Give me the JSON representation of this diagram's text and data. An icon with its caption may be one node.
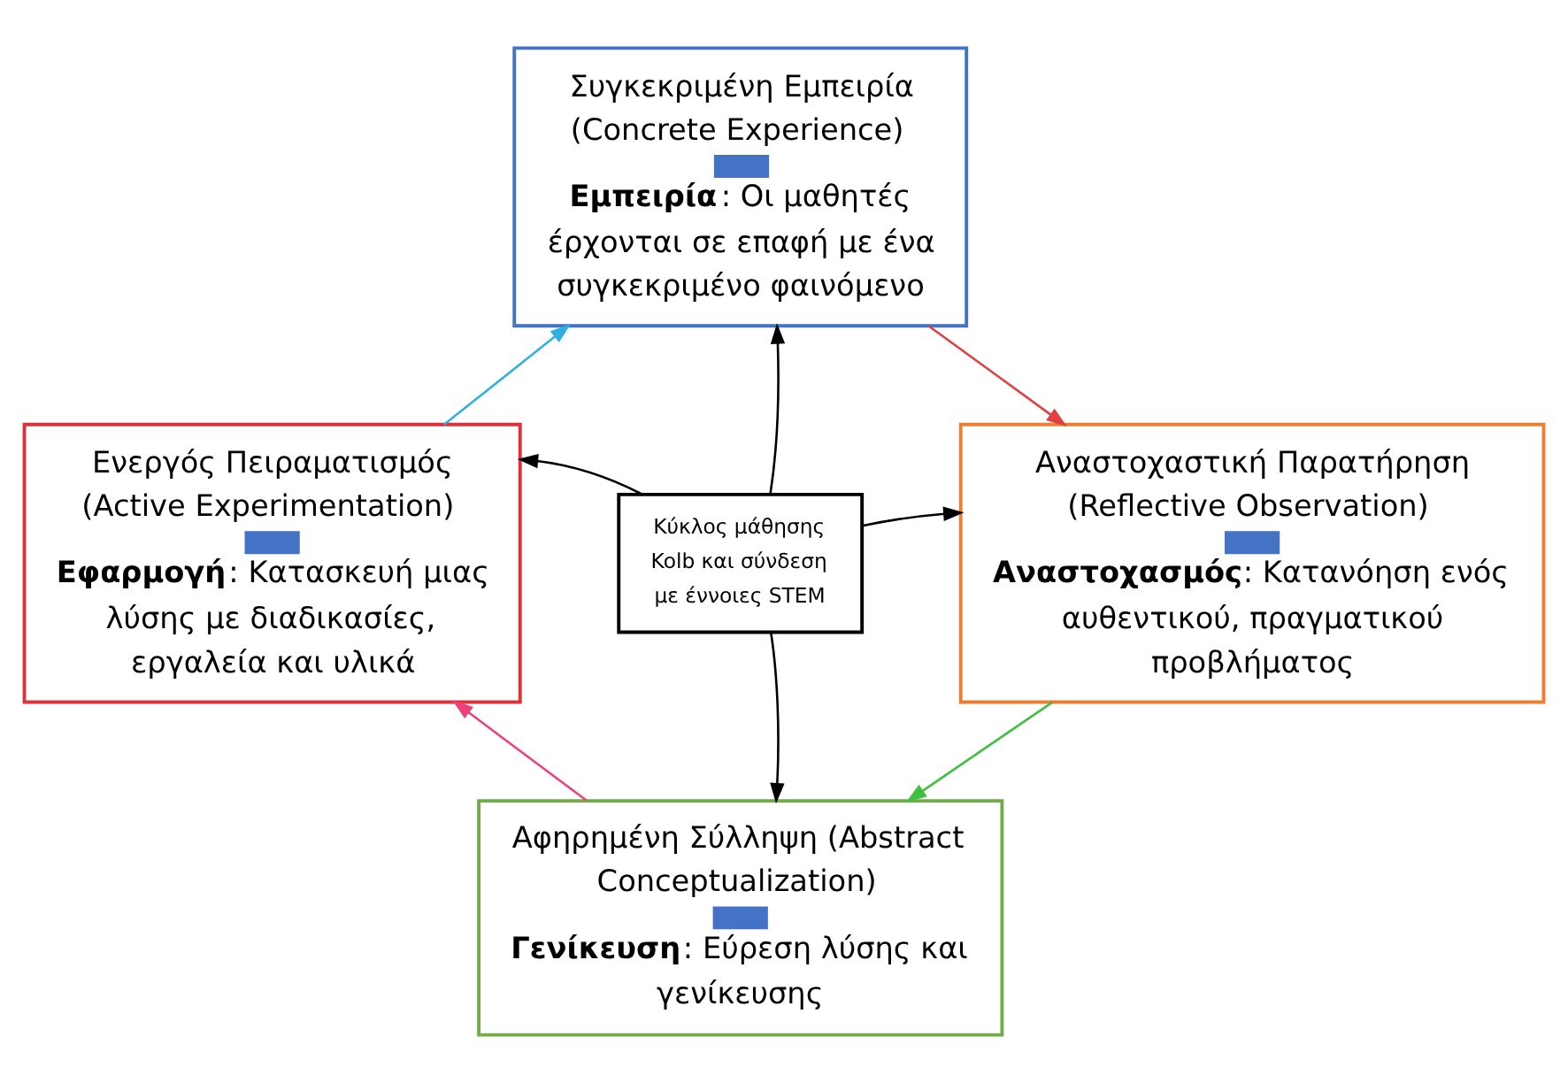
{
  "diagram": {
    "nodes": [
      {
        "text": [
          "Συγκεκριμένη Εμπειρία (Concrete Experience)",
          "**Εμπειρία**: Οι μαθητές έρχονται σε επαφή με ένα συγκεκριμένο φαινόμενο"
        ]
      },
      {
        "text": [
          "Ενεργός Πειραματισμός (Active Experimentation)",
          "**Εφαρμογή**: Κατασκευή μιας λύσης με διαδικασίες, εργαλεία και υλικά"
        ]
      },
      {
        "text": [
          "Κύκλος μάθησης Kolb και σύνδεση με έννοιες STEM"
        ]
      },
      {
        "text": [
          "Αναστοχαστική Παρατήρηση (Reflective Observation)",
          "**Αναστοχασμός**: Κατανόηση ενός αυθεντικού, πραγματικού προβλήματος"
        ]
      },
      {
        "text": [
          "Αφηρημένη Σύλληψη (Abstract Conceptualization)",
          "**Γενίκευση**: Εύρεση λύσης και γενίκευσης"
        ]
      }
    ],
    "edges": [
      {
        "from": 2,
        "to": 0,
        "arrow": "to"
      },
      {
        "from": 2,
        "to": 1,
        "arrow": "to"
      },
      {
        "from": 2,
        "to": 3,
        "arrow": "to"
      },
      {
        "from": 2,
        "to": 4,
        "arrow": "to"
      },
      {
        "from": 0,
        "to": 3,
        "arrow": "to",
        "color": "#e04040"
      },
      {
        "from": 3,
        "to": 4,
        "arrow": "to",
        "color": "#40c040"
      },
      {
        "from": 4,
        "to": 1,
        "arrow": "to",
        "color": "#f0407a"
      },
      {
        "from": 1,
        "to": 0,
        "arrow": "to",
        "color": "#30b0e0"
      }
    ]
  }
}
